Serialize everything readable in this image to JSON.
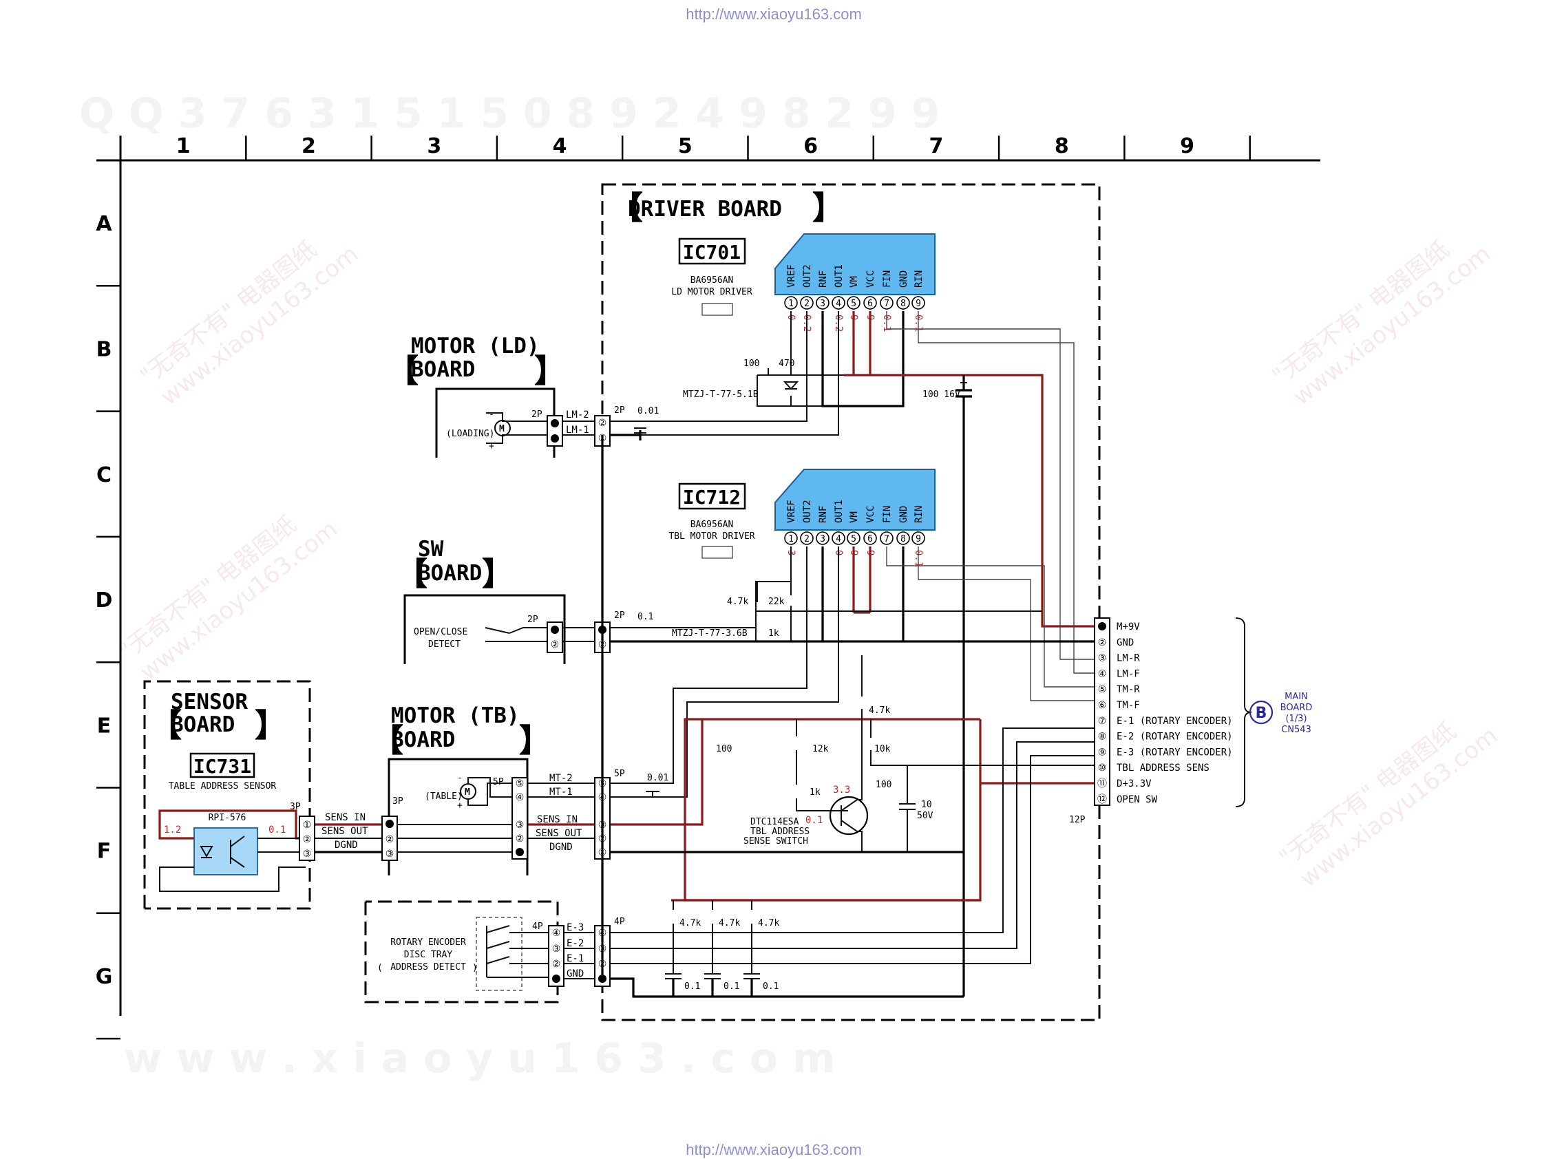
{
  "watermarks": {
    "url_top": "http://www.xiaoyu163.com",
    "url_bottom": "http://www.xiaoyu163.com",
    "qq": "Q Q   3 7 6 3 1 5 1 5 0     8 9 2 4 9 8 2 9 9",
    "site": "w w w . x i a o y u 1 6 3 . c o m",
    "diag1": "\"无奇不有\" 电器图纸",
    "diag2": "www.xiaoyu163.com"
  },
  "grid": {
    "columns": [
      "1",
      "2",
      "3",
      "4",
      "5",
      "6",
      "7",
      "8",
      "9"
    ],
    "rows": [
      "A",
      "B",
      "C",
      "D",
      "E",
      "F",
      "G"
    ]
  },
  "boards": {
    "driver": "DRIVER BOARD",
    "motor_ld": [
      "MOTOR (LD)",
      "BOARD"
    ],
    "sw": [
      "SW",
      "BOARD"
    ],
    "sensor": [
      "SENSOR",
      "BOARD"
    ],
    "motor_tb": [
      "MOTOR (TB)",
      "BOARD"
    ]
  },
  "ic701": {
    "ref": "IC701",
    "part": "BA6956AN",
    "desc": "LD MOTOR DRIVER",
    "pins": [
      "VREF",
      "OUT2",
      "RNF",
      "OUT1",
      "VM",
      "VCC",
      "FIN",
      "GND",
      "RIN"
    ],
    "nums": [
      "1",
      "2",
      "3",
      "4",
      "5",
      "6",
      "7",
      "8",
      "9"
    ],
    "voltages": [
      "0",
      "0.2",
      "0.2",
      "9",
      "9",
      "0.1",
      "0.1"
    ]
  },
  "ic712": {
    "ref": "IC712",
    "part": "BA6956AN",
    "desc": "TBL MOTOR DRIVER",
    "pins": [
      "VREF",
      "OUT2",
      "RNF",
      "OUT1",
      "VM",
      "VCC",
      "FIN",
      "GND",
      "RIN"
    ],
    "nums": [
      "1",
      "2",
      "3",
      "4",
      "5",
      "6",
      "7",
      "8",
      "9"
    ],
    "voltages": [
      "3",
      "0",
      "9",
      "9",
      "0.1"
    ]
  },
  "ic731": {
    "ref": "IC731",
    "desc": "TABLE ADDRESS SENSOR",
    "part": "RPI-576",
    "v_left": "1.2",
    "v_right": "0.1"
  },
  "components": {
    "r100a": "100",
    "r470": "470",
    "zener1": "MTZJ-T-77-5.1B",
    "c100_16v": "100 16V",
    "c001a": "0.01",
    "r4k7a": "4.7k",
    "r22k": "22k",
    "zener2": "MTZJ-T-77-3.6B",
    "r1ka": "1k",
    "c01a": "0.1",
    "r4k7b": "4.7k",
    "r100b": "100",
    "r12k": "12k",
    "r10k": "10k",
    "r1kb": "1k",
    "r100c": "100",
    "c10_50v": [
      "10",
      "50V"
    ],
    "c001b": "0.01",
    "tr_part": "DTC114ESA",
    "tr_desc1": "TBL ADDRESS",
    "tr_desc2": "SENSE SWITCH",
    "tr_v1": "3.3",
    "tr_v2": "0.1",
    "r4k7_g": [
      "4.7k",
      "4.7k",
      "4.7k"
    ],
    "c01_g": [
      "0.1",
      "0.1",
      "0.1"
    ]
  },
  "motor_ld": {
    "label": "(LOADING)",
    "pin_count": "2P",
    "pins": [
      "LM-2",
      "LM-1"
    ],
    "minus": "-",
    "plus": "+"
  },
  "sw_board": {
    "label1": "OPEN/CLOSE",
    "label2": "DETECT",
    "pin_count": "2P"
  },
  "sensor_conn": {
    "pin_count": "3P",
    "pins": [
      "SENS IN",
      "SENS OUT",
      "DGND"
    ]
  },
  "motor_tb": {
    "label": "(TABLE)",
    "pin_count_in": "3P",
    "pin_count": "5P",
    "pins": [
      "MT-2",
      "MT-1",
      "SENS IN",
      "SENS OUT",
      "DGND"
    ],
    "minus": "-",
    "plus": "+"
  },
  "encoder": {
    "label1": "ROTARY ENCODER",
    "label2": "DISC TRAY",
    "label3": "ADDRESS DETECT",
    "pin_count": "4P",
    "pins": [
      "E-3",
      "E-2",
      "E-1",
      "GND"
    ]
  },
  "driver_conn": {
    "ld": "2P",
    "sw": "2P",
    "tb": "5P",
    "enc": "4P"
  },
  "main_conn": {
    "pin_count": "12P",
    "pins": [
      "M+9V",
      "GND",
      "LM-R",
      "LM-F",
      "TM-R",
      "TM-F",
      "E-1 (ROTARY ENCODER)",
      "E-2 (ROTARY ENCODER)",
      "E-3 (ROTARY ENCODER)",
      "TBL ADDRESS SENS",
      "D+3.3V",
      "OPEN SW"
    ],
    "nums": [
      "1",
      "2",
      "3",
      "4",
      "5",
      "6",
      "7",
      "8",
      "9",
      "10",
      "11",
      "12"
    ],
    "ref_letter": "B",
    "ref_text": [
      "MAIN",
      "BOARD",
      "(1/3)",
      "CN543"
    ]
  },
  "colors": {
    "ic_fill": "#5fb8f0",
    "supply_wire": "#8b1a1a",
    "voltage_text": "#c62828",
    "ref_blue": "#2a2a9a"
  }
}
